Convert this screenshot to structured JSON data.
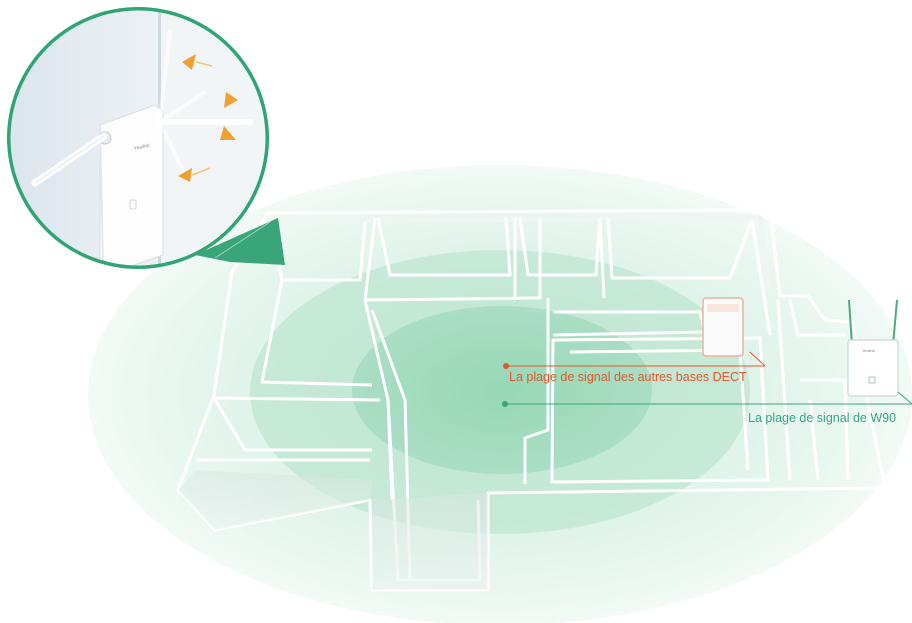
{
  "labels": {
    "dect_range": "La plage de signal des autres bases DECT",
    "w90_range": "La plage de signal de W90"
  },
  "device_logo": "Yealink",
  "colors": {
    "dect_accent": "#e0582a",
    "w90_accent": "#3aa57a",
    "coverage_green": "#6cc9a0",
    "arrow_orange": "#f0a030"
  }
}
